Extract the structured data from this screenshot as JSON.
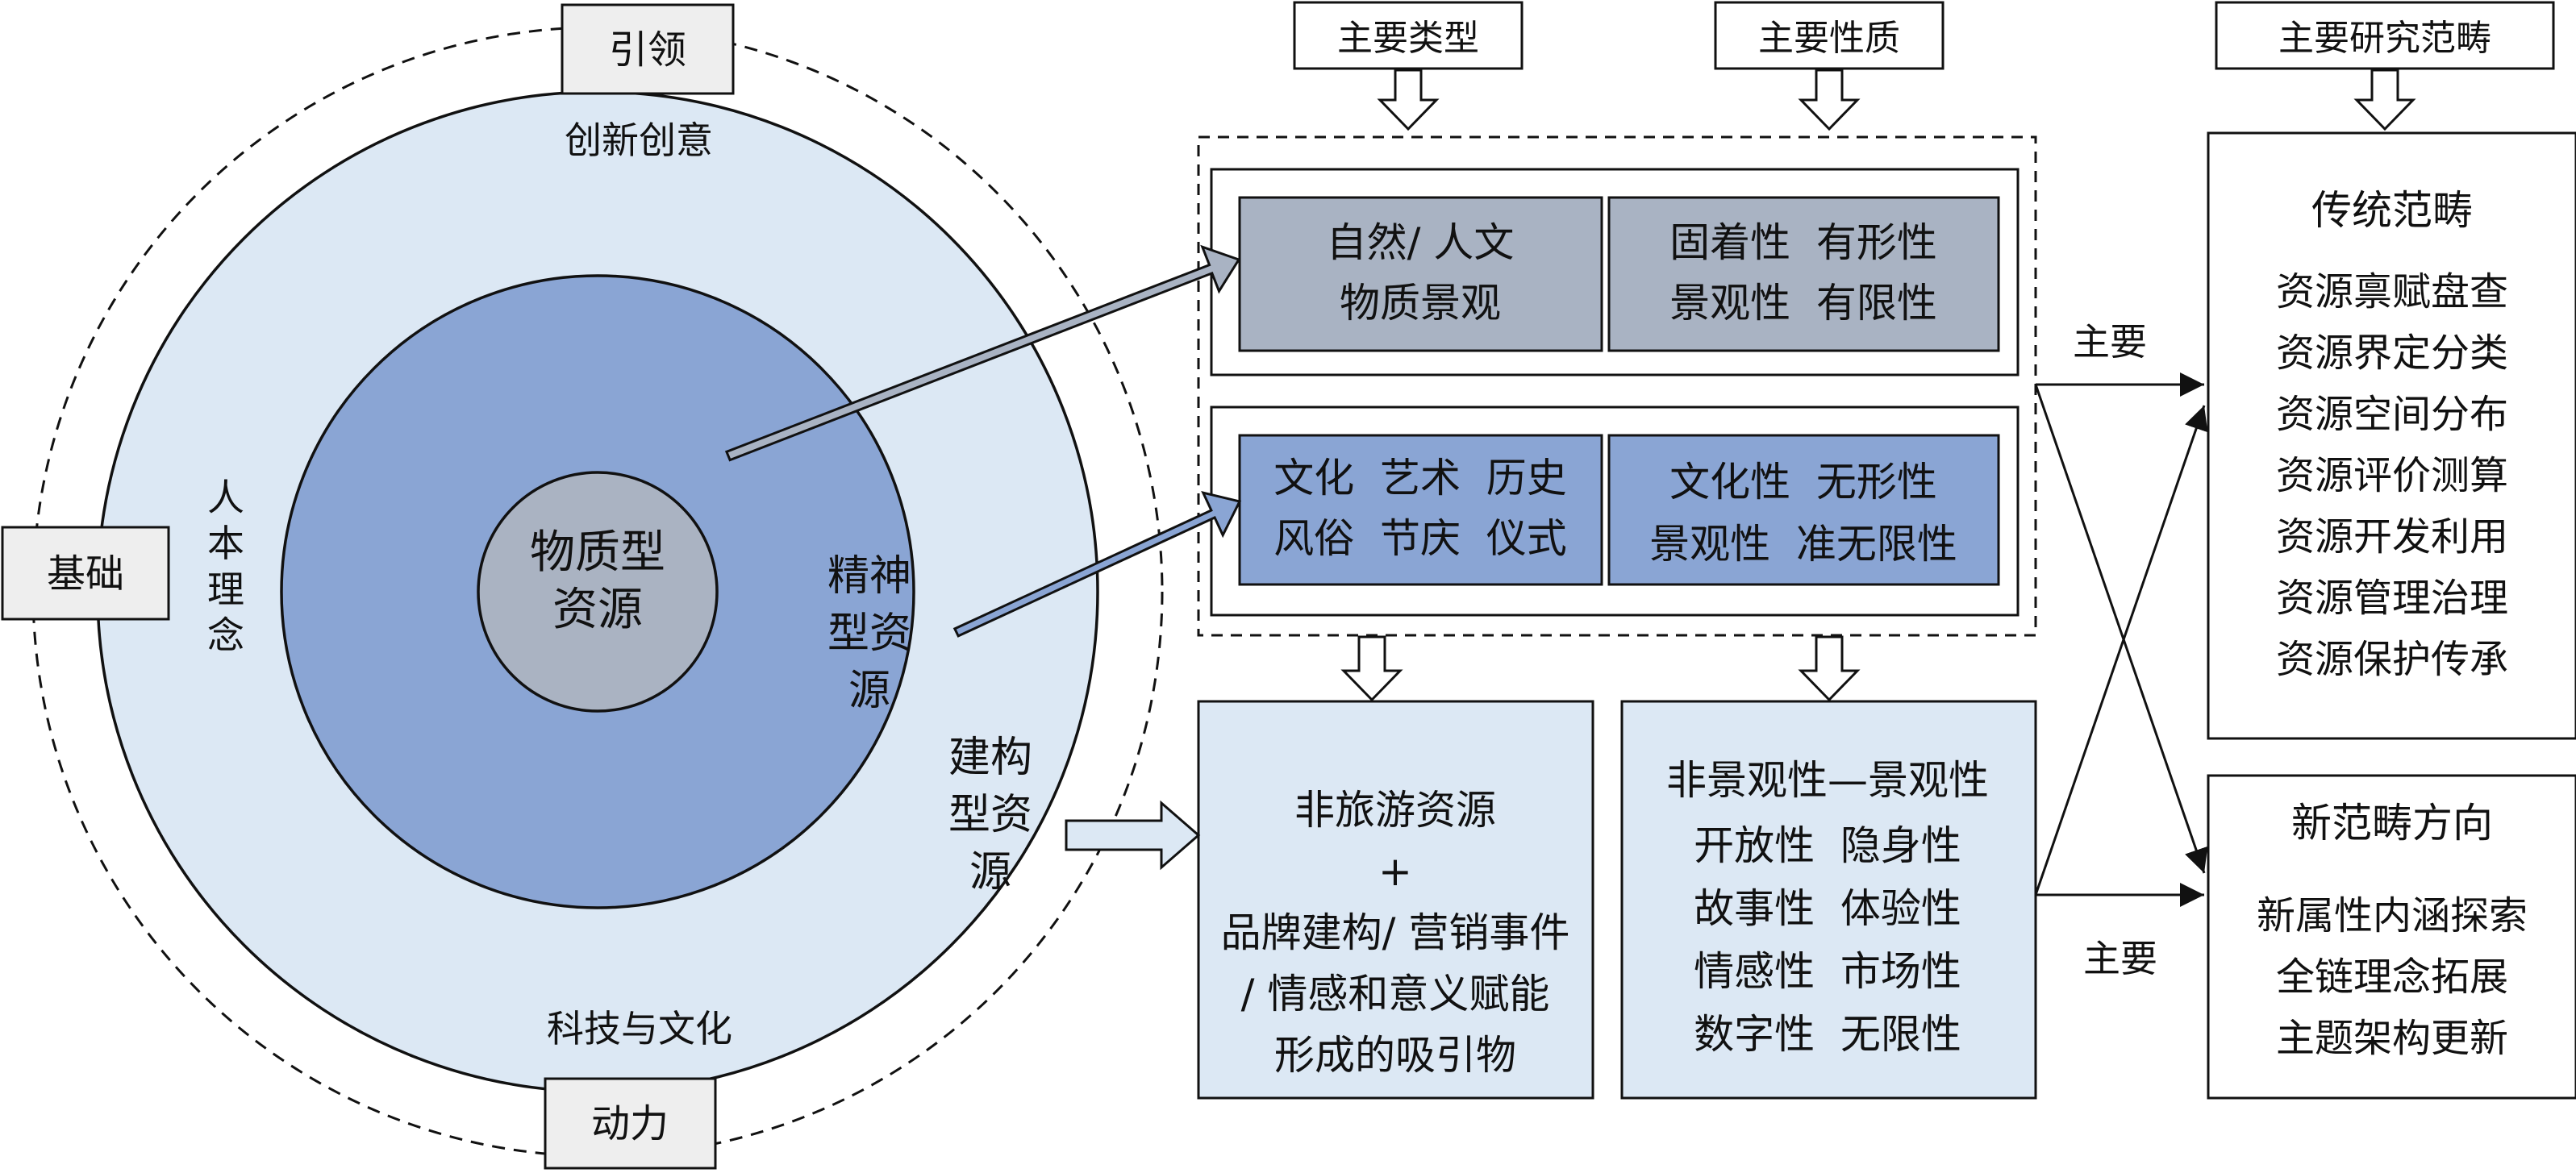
{
  "circle": {
    "top_tag": "引领",
    "left_tag": "基础",
    "bottom_tag": "动力",
    "innovation": "创新创意",
    "humanism": [
      "人",
      "本",
      "理",
      "念"
    ],
    "tech_culture": "科技与文化",
    "material": [
      "物质型",
      "资源"
    ],
    "spiritual": [
      "精神",
      "型资",
      "源"
    ],
    "constructed": [
      "建构",
      "型资",
      "源"
    ]
  },
  "headers": {
    "types": "主要类型",
    "properties": "主要性质",
    "research": "主要研究范畴"
  },
  "material_row": {
    "type_lines": [
      "自然/ 人文",
      "物质景观"
    ],
    "prop_lines": [
      "固着性  有形性",
      "景观性  有限性"
    ]
  },
  "spiritual_row": {
    "type_lines": [
      "文化  艺术  历史",
      "风俗  节庆  仪式"
    ],
    "prop_lines": [
      "文化性  无形性",
      "景观性  准无限性"
    ]
  },
  "constructed_type": {
    "lines": [
      "非旅游资源",
      "+",
      "品牌建构/ 营销事件",
      "/ 情感和意义赋能",
      "形成的吸引物"
    ]
  },
  "constructed_props": {
    "lines": [
      "非景观性—景观性",
      "开放性  隐身性",
      "故事性  体验性",
      "情感性  市场性",
      "数字性  无限性"
    ]
  },
  "arrow_labels": {
    "upper": "主要",
    "lower": "主要"
  },
  "traditional": {
    "title": "传统范畴",
    "items": [
      "资源禀赋盘查",
      "资源界定分类",
      "资源空间分布",
      "资源评价测算",
      "资源开发利用",
      "资源管理治理",
      "资源保护传承"
    ]
  },
  "new_direction": {
    "title": "新范畴方向",
    "items": [
      "新属性内涵探索",
      "全链理念拓展",
      "主题架构更新"
    ]
  },
  "colors": {
    "outer_ring": "#dce8f4",
    "middle_ring": "#8aa5d4",
    "inner_core": "#aab3c2",
    "gray_box": "#a9b3c3",
    "blue_box": "#8aa5d4",
    "light_box": "#dce8f4",
    "line": "#111111"
  }
}
